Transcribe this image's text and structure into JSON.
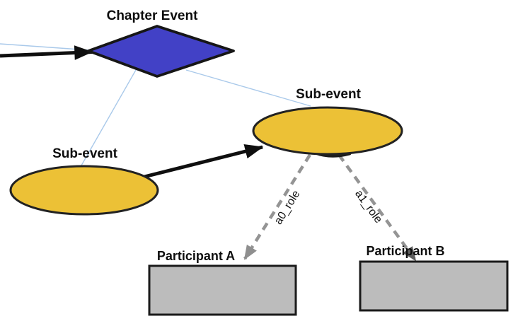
{
  "diagram": {
    "nodes": {
      "chapter_event": {
        "label": "Chapter Event",
        "shape": "diamond"
      },
      "sub_event_left": {
        "label": "Sub-event",
        "shape": "ellipse"
      },
      "sub_event_right": {
        "label": "Sub-event",
        "shape": "ellipse"
      },
      "participant_a": {
        "label": "Participant A",
        "shape": "rect"
      },
      "participant_b": {
        "label": "Participant B",
        "shape": "rect"
      }
    },
    "edges": {
      "incoming_arrow": {
        "label": "",
        "style": "solid-black-arrow"
      },
      "chapter_to_sub_left": {
        "label": "",
        "style": "thin-blue-line"
      },
      "chapter_to_sub_right": {
        "label": "",
        "style": "thin-blue-line"
      },
      "incoming_blue": {
        "label": "",
        "style": "thin-blue-line"
      },
      "sub_left_to_sub_right": {
        "label": "",
        "style": "solid-black-arrow"
      },
      "a0": {
        "label": "a0_role",
        "style": "dashed-gray-arrow"
      },
      "a1": {
        "label": "a1_role",
        "style": "dashed-gray-arrow"
      }
    }
  },
  "colors": {
    "diamond_fill": "#4241c6",
    "ellipse_fill": "#ecc136",
    "rect_fill": "#bcbcbc",
    "arrow_black": "#0f0f0f",
    "dashed_gray": "#949494",
    "dashed_head_a": "#8f8f8f",
    "dashed_head_b": "#5e5e5e",
    "light_blue": "#a9c9ea",
    "text": "#0d0d0d"
  }
}
